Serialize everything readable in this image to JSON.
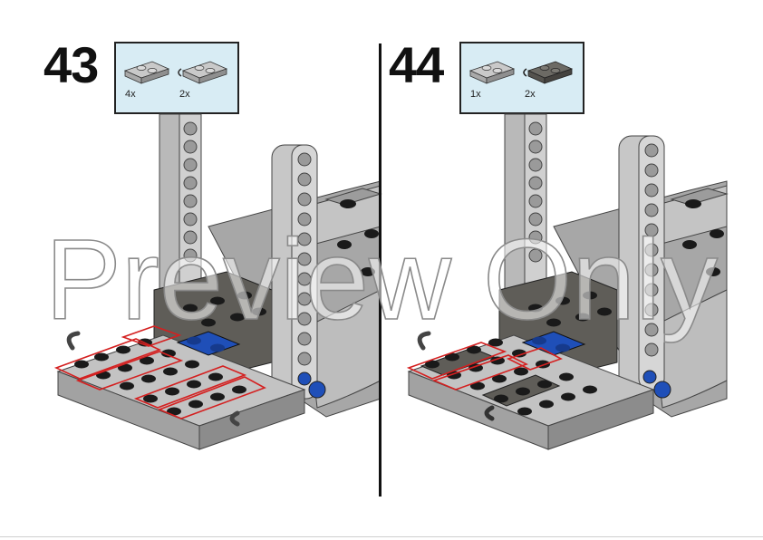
{
  "steps": [
    {
      "number": "43",
      "parts": [
        {
          "count": "4x",
          "icon": "plate-1x2-light-gray",
          "color": "#b8b8b8"
        },
        {
          "count": "2x",
          "icon": "plate-1x2-clip-light-gray",
          "color": "#b8b8b8"
        }
      ]
    },
    {
      "number": "44",
      "parts": [
        {
          "count": "1x",
          "icon": "plate-1x2-light-gray",
          "color": "#b8b8b8"
        },
        {
          "count": "2x",
          "icon": "plate-1x2-clip-dark-gray",
          "color": "#5f5d58"
        }
      ]
    }
  ],
  "watermark": {
    "text": "Preview Only"
  },
  "colors": {
    "light_gray": "#b5b5b5",
    "dark_gray": "#5f5d58",
    "blue": "#1f4fb8",
    "highlight_red": "#d42020",
    "parts_box_bg": "#d8ecf4",
    "stud_black": "#1a1a1a"
  }
}
